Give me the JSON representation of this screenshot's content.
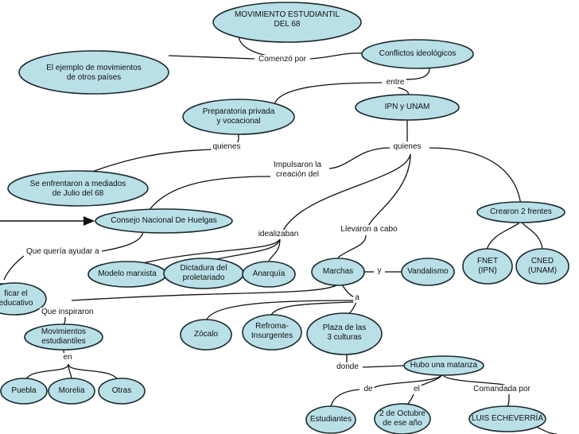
{
  "nodes": {
    "movimiento": "MOVIMIENTO ESTUDIANTIL\nDEL 68",
    "ejemplo": "El ejemplo de movimientos\nde otros países",
    "conflictos": "Conflictos ideológicos",
    "preparatoria": "Preparatoria privada\ny vocacional",
    "ipn_unam": "IPN y UNAM",
    "enfrentaron": "Se enfrentaron a mediados\nde Julio del 68",
    "consejo": "Consejo Nacional De Huelgas",
    "crearon": "Crearon 2 frentes",
    "modelo": "Modelo marxista",
    "dictadura": "Dictadura del\nproletariado",
    "anarquia": "Anarquía",
    "marchas": "Marchas",
    "vandalismo": "Vandalismo",
    "fnet": "FNET\n(IPN)",
    "cned": "CNED\n(UNAM)",
    "educativo": "ficar el\n educativo",
    "movimientos_estudiantiles": "Movimientos\nestudiantiles",
    "zocalo": "Zócalo",
    "reforma": "Refroma-\nInsurgentes",
    "plaza": "Plaza de las\n3 culturas",
    "matanza": "Hubo una matanza",
    "puebla": "Puebla",
    "morelia": "Morelia",
    "otras": "Otras",
    "estudiantes": "Estudiantes",
    "octubre": "2 de Octubre\nde ese año",
    "echeverria": "LUIS ECHEVERRÍA"
  },
  "links": {
    "comenzo": "Comenzó por",
    "entre": "entre",
    "quienes_left": "quienes",
    "quienes_right": "quienes",
    "impulsaron": "Impulsaron la\ncreación del",
    "idealizaban": "idealizaban",
    "llevaron": "Llevaron a cabo",
    "queria": "Que quería ayudar a",
    "y": "y",
    "a": "a",
    "inspiraron": "Que inspiraron",
    "en": "en",
    "donde": "donde",
    "de": "de",
    "el": "el",
    "comandada": "Comandada por"
  },
  "colors": {
    "node_fill": "#b9dfe7",
    "node_stroke": "#1b2a2e",
    "line": "#111111"
  }
}
